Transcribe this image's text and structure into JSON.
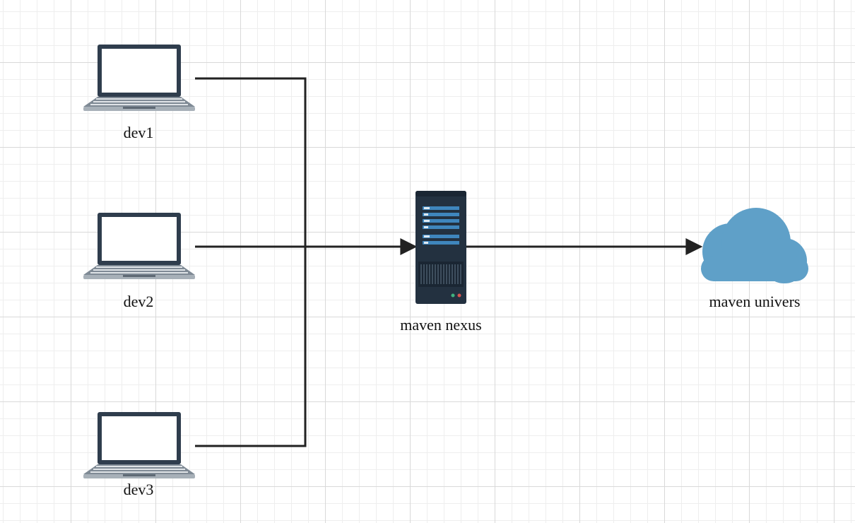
{
  "diagram": {
    "nodes": [
      {
        "id": "dev1",
        "label": "dev1",
        "icon": "laptop-icon"
      },
      {
        "id": "dev2",
        "label": "dev2",
        "icon": "laptop-icon"
      },
      {
        "id": "dev3",
        "label": "dev3",
        "icon": "laptop-icon"
      },
      {
        "id": "nexus",
        "label": "maven nexus",
        "icon": "server-icon"
      },
      {
        "id": "cloud",
        "label": "maven univers",
        "icon": "cloud-icon"
      }
    ],
    "edges": [
      {
        "from": "dev1",
        "to": "nexus"
      },
      {
        "from": "dev2",
        "to": "nexus"
      },
      {
        "from": "dev3",
        "to": "nexus"
      },
      {
        "from": "nexus",
        "to": "cloud"
      }
    ],
    "colors": {
      "connector": "#222222",
      "laptop_frame": "#2f3d4d",
      "laptop_base": "#9ba4ad",
      "server_body": "#233140",
      "server_slot": "#3f86bd",
      "cloud": "#5fa0c8"
    }
  }
}
